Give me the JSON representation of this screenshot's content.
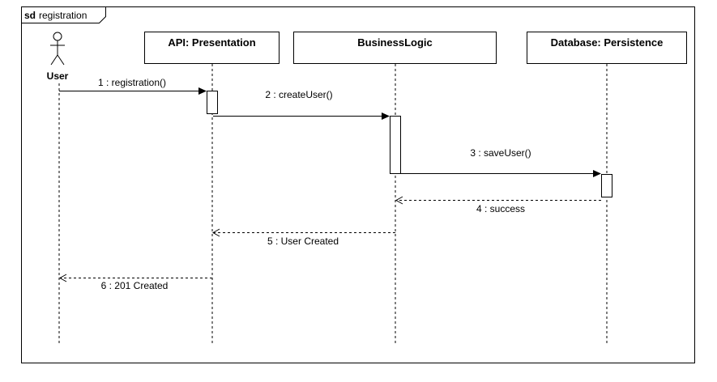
{
  "frame": {
    "keyword": "sd",
    "name": "registration"
  },
  "participants": [
    {
      "id": "user",
      "label": "User",
      "kind": "actor"
    },
    {
      "id": "api",
      "label": "API: Presentation",
      "kind": "object"
    },
    {
      "id": "logic",
      "label": "BusinessLogic",
      "kind": "object"
    },
    {
      "id": "db",
      "label": "Database: Persistence",
      "kind": "object"
    }
  ],
  "messages": [
    {
      "label": "1 : registration()",
      "from": "user",
      "to": "api",
      "type": "sync"
    },
    {
      "label": "2 : createUser()",
      "from": "api",
      "to": "logic",
      "type": "sync"
    },
    {
      "label": "3 : saveUser()",
      "from": "logic",
      "to": "db",
      "type": "sync"
    },
    {
      "label": "4 : success",
      "from": "db",
      "to": "logic",
      "type": "return"
    },
    {
      "label": "5 : User Created",
      "from": "logic",
      "to": "api",
      "type": "return"
    },
    {
      "label": "6 : 201 Created",
      "from": "api",
      "to": "user",
      "type": "return"
    }
  ]
}
